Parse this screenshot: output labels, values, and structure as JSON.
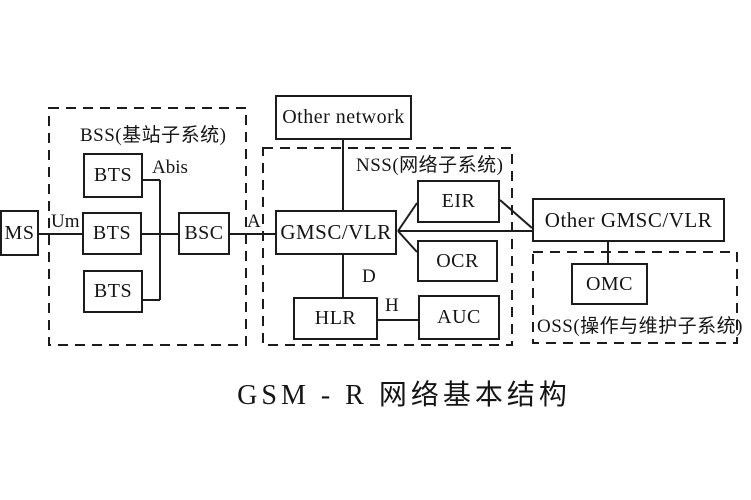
{
  "diagram": {
    "title": "GSM - R 网络基本结构",
    "regions": {
      "bss": {
        "label": "BSS(基站子系统)"
      },
      "nss": {
        "label": "NSS(网络子系统)"
      },
      "oss": {
        "label": "OSS(操作与维护子系统)"
      }
    },
    "nodes": {
      "ms": "MS",
      "bts1": "BTS",
      "bts2": "BTS",
      "bts3": "BTS",
      "bsc": "BSC",
      "other_network": "Other network",
      "gmsc_vlr": "GMSC/VLR",
      "eir": "EIR",
      "ocr": "OCR",
      "hlr": "HLR",
      "auc": "AUC",
      "other_gmsc_vlr": "Other GMSC/VLR",
      "omc": "OMC"
    },
    "interfaces": {
      "um": "Um",
      "abis": "Abis",
      "a": "A",
      "d": "D",
      "h": "H"
    },
    "colors": {
      "line": "#1c1c1c",
      "background": "#ffffff"
    }
  }
}
